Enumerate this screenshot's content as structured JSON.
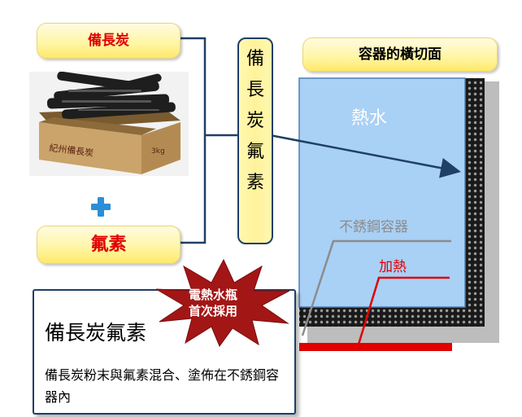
{
  "labels": {
    "bincho": "備長炭",
    "fluorine": "氟素",
    "section_title": "容器的橫切面",
    "vertical": "備\n長\n炭\n氟\n素",
    "water": "熱水",
    "steel": "不銹鋼容器",
    "heating": "加熱"
  },
  "photo": {
    "box_text": "紀州備長炭",
    "box_note": "3kg"
  },
  "callout": {
    "star_text": "電熱水瓶\n首次採用",
    "title": "備長炭氟素",
    "description": "備長炭粉末與氟素混合、塗佈在不銹鋼容器內"
  },
  "colors": {
    "water": "#a9d0f5",
    "coating": "#141414",
    "steel": "#bdbdbd",
    "heater": "#e00000",
    "connector": "#1f3f66",
    "plus": "#2a8fd6",
    "star": "#a31616"
  },
  "icons": {
    "plus": "plus-icon",
    "arrow": "arrow-icon",
    "star": "star-burst-icon"
  }
}
